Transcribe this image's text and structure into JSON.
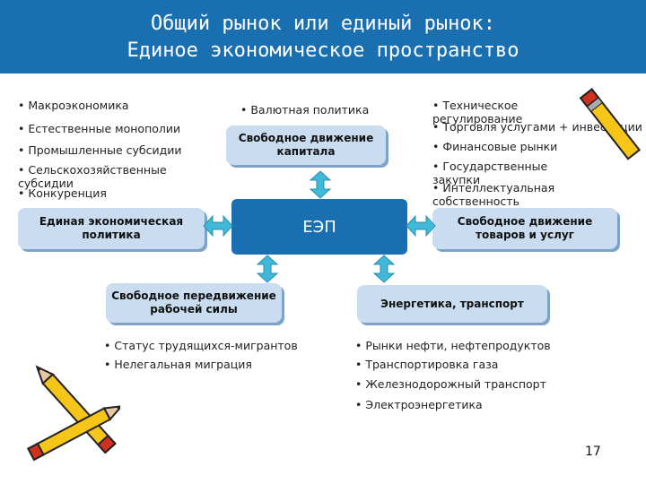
{
  "header": {
    "line1": "Общий рынок или единый рынок:",
    "line2": "Единое экономическое пространство"
  },
  "left_list": [
    "• Макроэкономика",
    "• Естественные монополии",
    "• Промышленные субсидии",
    "• Сельскохозяйственные субсидии",
    "• Конкуренция"
  ],
  "mid_list": [
    "• Валютная политика"
  ],
  "right_list": [
    "• Техническое регулирование",
    "• Торговля услугами + инвестиции",
    "• Финансовые рынки",
    "• Государственные закупки",
    "• Интеллектуальная собственность"
  ],
  "boxes": {
    "capital": "Свободное движение капитала",
    "policy": "Единая экономическая политика",
    "center": "ЕЭП",
    "goods": "Свободное движение товаров и услуг",
    "labor": "Свободное передвижение рабочей силы",
    "energy": "Энергетика, транспорт"
  },
  "labor_list": [
    "• Статус трудящихся-мигрантов",
    "• Нелегальная миграция"
  ],
  "energy_list": [
    "• Рынки нефти, нефтепродуктов",
    "• Транспортировка газа",
    "• Железнодорожный транспорт",
    "• Электроэнергетика"
  ],
  "page_number": "17",
  "colors": {
    "header": "#1a6fb0",
    "box": "#c9dcf0",
    "arrow": "#40b8d8"
  }
}
